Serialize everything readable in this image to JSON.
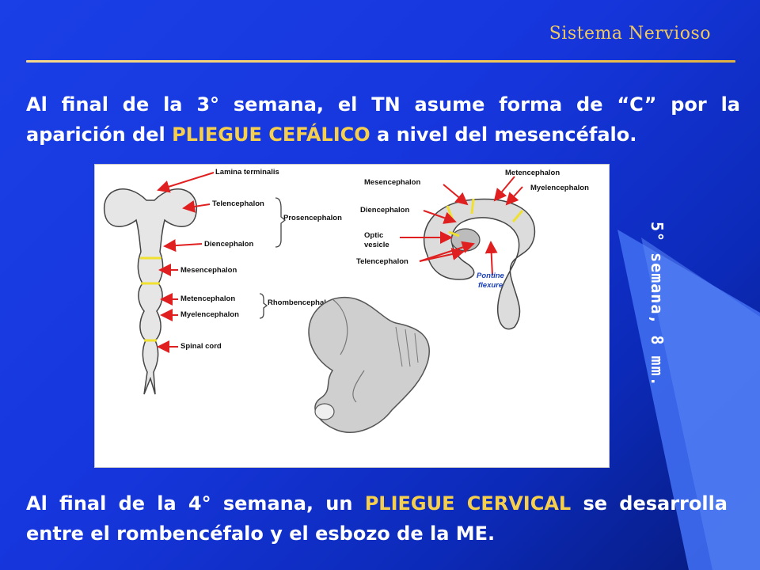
{
  "header": {
    "title": "Sistema Nervioso"
  },
  "paragraph_top": {
    "before": "Al final de la 3° semana, el TN asume forma de “C” por la aparición del ",
    "highlight": "PLIEGUE CEFÁLICO",
    "after": " a nivel del mesencéfalo."
  },
  "figure": {
    "left_labels": {
      "lamina": "Lamina terminalis",
      "telencephalon": "Telencephalon",
      "prosencephalon": "Prosencephalon",
      "diencephalon": "Diencephalon",
      "mesencephalon": "Mesencephalon",
      "metencephalon": "Metencephalon",
      "rhombencephalon": "Rhombencephalon",
      "myelencephalon": "Myelencephalon",
      "spinal_cord": "Spinal cord"
    },
    "right_labels": {
      "mesencephalon": "Mesencephalon",
      "metencephalon": "Metencephalon",
      "myelencephalon": "Myelencephalon",
      "diencephalon": "Diencephalon",
      "optic_vesicle_1": "Optic",
      "optic_vesicle_2": "vesicle",
      "telencephalon": "Telencephalon",
      "pontine_1": "Pontine",
      "pontine_2": "flexure"
    }
  },
  "side_caption": "5° semana, 8 mm.",
  "paragraph_bottom": {
    "before": "Al final de la 4° semana, un ",
    "highlight": "PLIEGUE CERVICAL",
    "after": " se desarrolla entre el rombencéfalo y el esbozo de la ME."
  },
  "colors": {
    "accent": "#f6d04d",
    "background": "#1a3fe6",
    "arrow": "#e02020"
  }
}
